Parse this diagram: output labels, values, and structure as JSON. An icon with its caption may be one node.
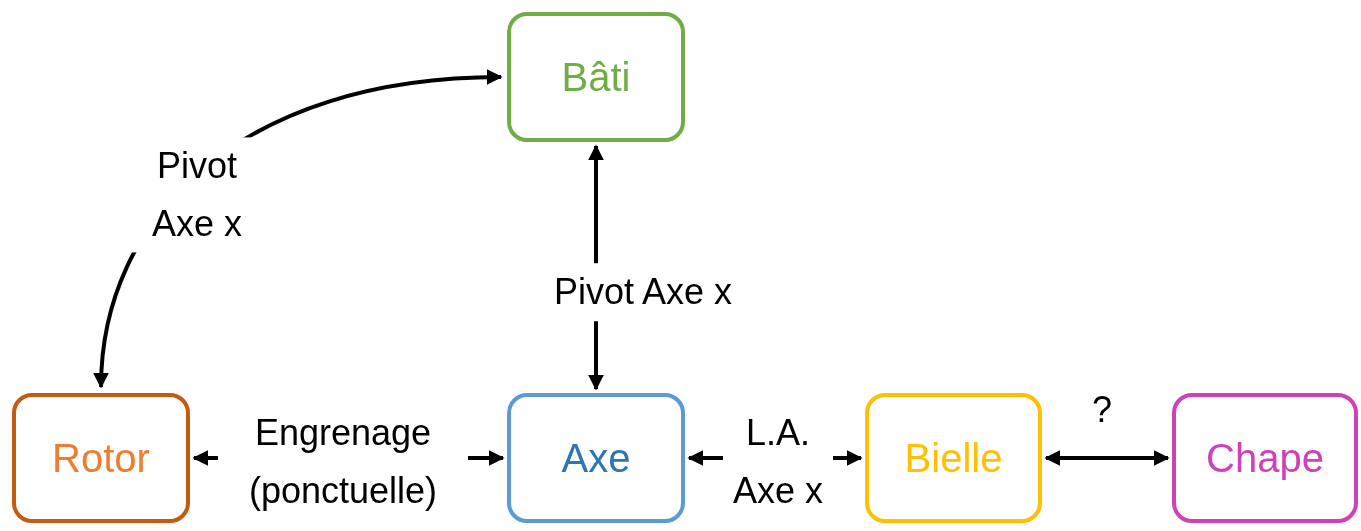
{
  "diagram": {
    "nodes": [
      {
        "text": [
          "Bâti"
        ]
      },
      {
        "text": [
          "Rotor"
        ]
      },
      {
        "text": [
          "Axe"
        ]
      },
      {
        "text": [
          "Bielle"
        ]
      },
      {
        "text": [
          "Chape"
        ]
      }
    ],
    "edges": [
      {
        "from": 1,
        "to": 0,
        "arrow": "both",
        "label": "Pivot Axe x"
      },
      {
        "from": 2,
        "to": 0,
        "arrow": "both",
        "label": "Pivot Axe x"
      },
      {
        "from": 1,
        "to": 2,
        "arrow": "both",
        "label": "Engrenage (ponctuelle)"
      },
      {
        "from": 2,
        "to": 3,
        "arrow": "both",
        "label": "L.A. Axe x"
      },
      {
        "from": 3,
        "to": 4,
        "arrow": "both",
        "label": "?"
      }
    ]
  }
}
